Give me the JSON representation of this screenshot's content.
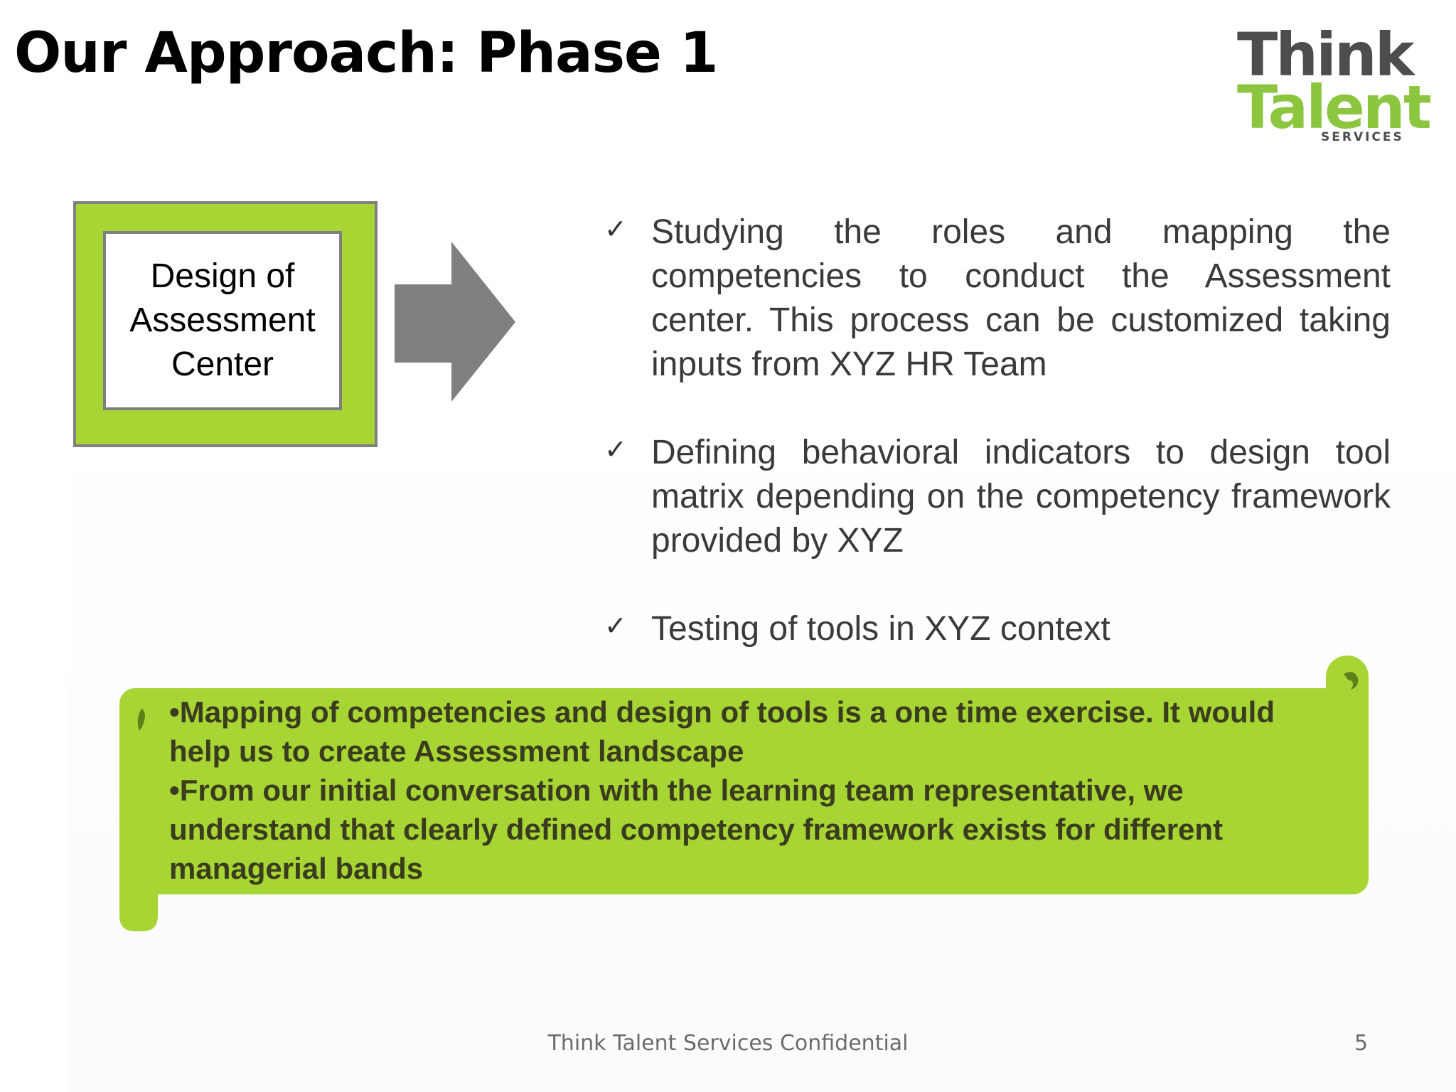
{
  "slide": {
    "title": "Our Approach: Phase 1",
    "logo": {
      "line1": "Think",
      "line2": "Talent",
      "line3": "SERVICES"
    },
    "box_label": "Design of Assessment Center",
    "bullets": [
      {
        "icon": "check-icon",
        "text": "Studying the roles and mapping the competencies to conduct the Assessment center. This process can be customized taking inputs from XYZ HR Team"
      },
      {
        "icon": "check-icon",
        "text": "Defining behavioral indicators to design tool matrix depending on the competency framework provided by XYZ"
      },
      {
        "icon": "check-icon",
        "text": "Testing of tools in XYZ context"
      }
    ],
    "callout": [
      "•Mapping of competencies and design of tools is a one time exercise. It would help us to create Assessment landscape",
      "•From our initial conversation with the learning team representative, we understand that clearly defined competency framework exists for different managerial bands"
    ],
    "footer": "Think Talent Services Confidential",
    "page_number": "5"
  },
  "colors": {
    "accent_green": "#a6d534",
    "border_gray": "#7f7f7f",
    "arrow_gray": "#808080",
    "logo_dark": "#4d4d4d",
    "logo_green": "#8cc63f"
  }
}
